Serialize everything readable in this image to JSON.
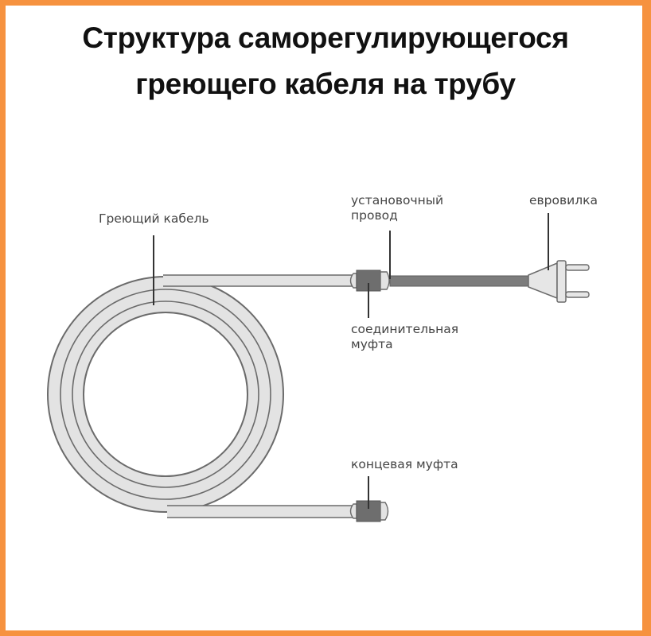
{
  "title": {
    "line1": "Структура саморегулирующегося",
    "line2": "греющего кабеля на трубу"
  },
  "labels": {
    "heating_cable": "Греющий кабель",
    "install_wire_line1": "установочный",
    "install_wire_line2": "провод",
    "euro_plug": "евровилка",
    "connector_line1": "соединительная",
    "connector_line2": "муфта",
    "end_sleeve": "концевая муфта"
  },
  "colors": {
    "frame": "#F6923F",
    "cable_fill": "#E3E3E3",
    "outline": "#6B6B6B",
    "wire": "#7C7C7C",
    "sleeve": "#6E6E6E",
    "leader": "#333333"
  }
}
